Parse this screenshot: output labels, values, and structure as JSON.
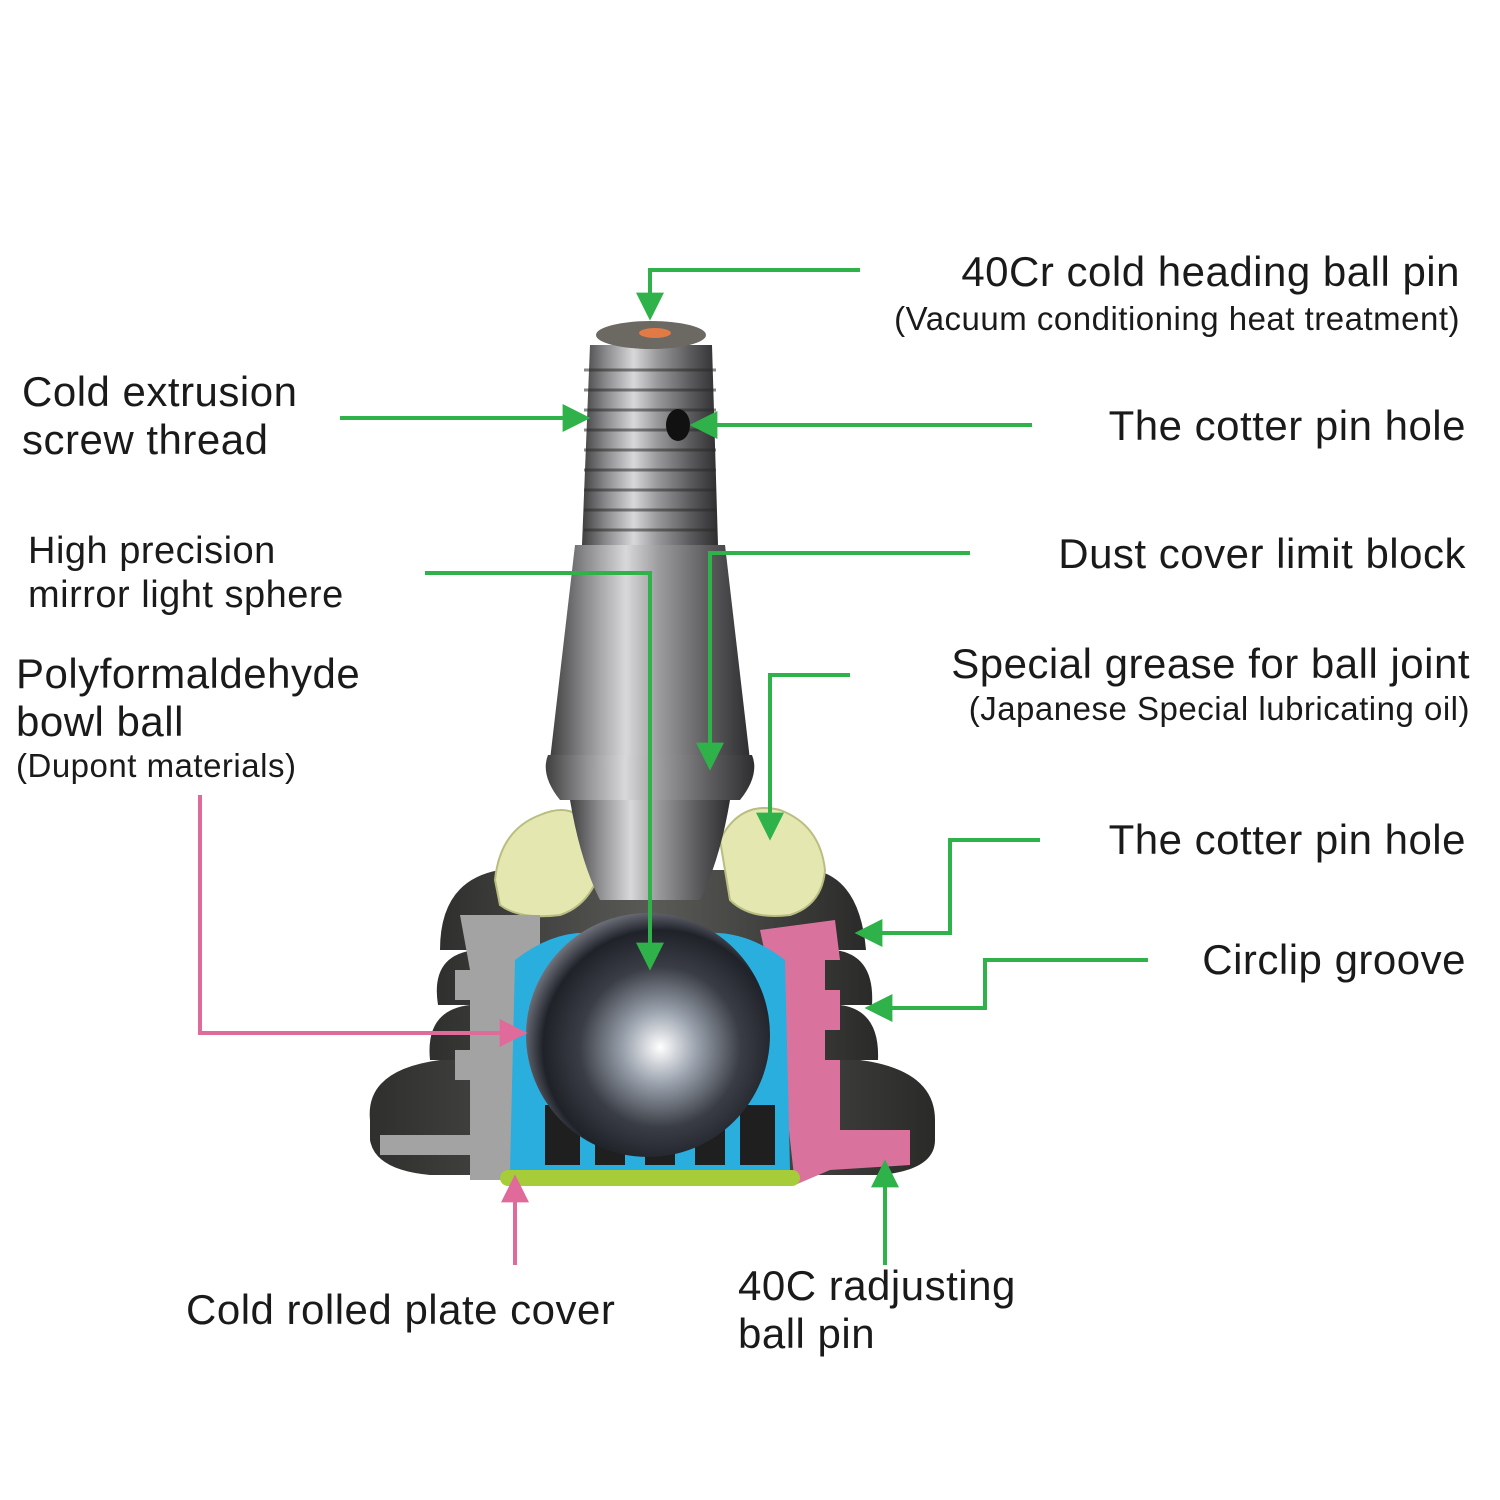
{
  "colors": {
    "leader_green": "#2fb24a",
    "leader_pink": "#e06a9a",
    "housing_dark": "#4a4a48",
    "cut_gray": "#a3a3a3",
    "bowl_blue": "#2aaede",
    "seat_pink": "#d9739e",
    "plate_green": "#a6cc3a",
    "grease_yellow": "#e4e8b0"
  },
  "icons": {
    "arrow_head": "triangle-arrowhead"
  },
  "labels": {
    "ball_pin_title": "40Cr cold heading ball pin",
    "ball_pin_note": "(Vacuum conditioning heat treatment)",
    "screw_thread_1": "Cold extrusion",
    "screw_thread_2": "screw thread",
    "cotter_pin_hole_top": "The cotter pin hole",
    "sphere_1": "High precision",
    "sphere_2": "mirror light sphere",
    "dust_cover": "Dust cover limit block",
    "grease_title": "Special grease for ball joint",
    "grease_note": "(Japanese Special lubricating oil)",
    "bowl_1": "Polyformaldehyde",
    "bowl_2": "bowl ball",
    "bowl_note": "(Dupont materials)",
    "cotter_pin_hole_mid": "The cotter pin hole",
    "circlip": "Circlip  groove",
    "plate_cover": "Cold rolled plate cover",
    "adjust_pin_1": "40C radjusting",
    "adjust_pin_2": "ball pin"
  }
}
